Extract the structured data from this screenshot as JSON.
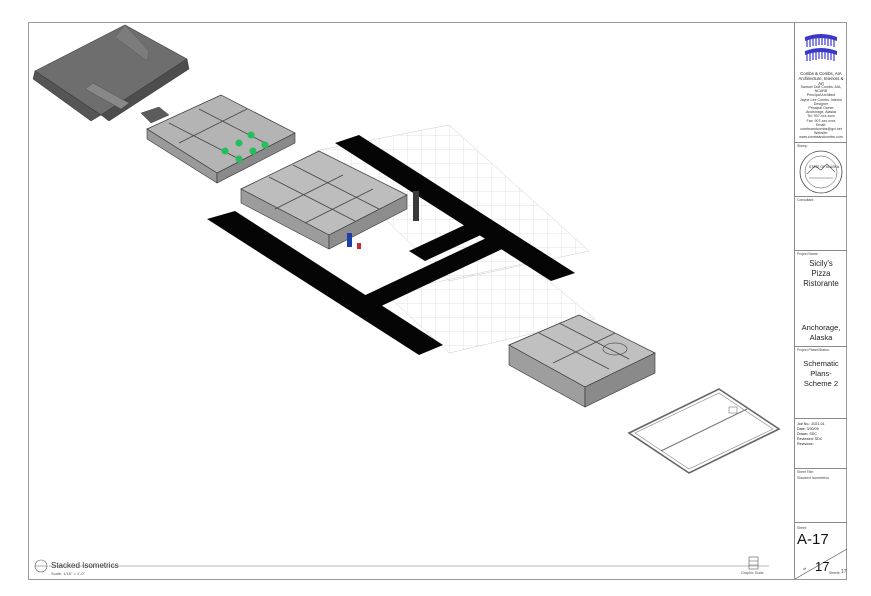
{
  "firm": {
    "name_line1": "Combs & Combs, AIA",
    "name_line2": "Architecture, Interiors & Art",
    "contact_lines": [
      "Samuel Duff Combs, AIA, NCARB",
      "Principal Architect",
      "Jayne Lee Combs, Interior Designer",
      "Principal Owner",
      "Anchorage, Alaska",
      "Tel: 907-xxx-xxxx",
      "Fax: 907-xxx-xxxx",
      "Email: combsandcombs@gci.net",
      "Website: www.combsandcombs.com"
    ],
    "brand_color": "#3a39c8"
  },
  "stamp": {
    "label": "Stamp:",
    "text": "STATE OF ALASKA"
  },
  "consultant": {
    "label": "Consultant:"
  },
  "project": {
    "label": "Project Name:",
    "title_lines": [
      "Sicily's",
      "Pizza",
      "Ristorante"
    ],
    "location_lines": [
      "Anchorage,",
      "Alaska"
    ]
  },
  "phase": {
    "label": "Project Phase/Status:",
    "lines": [
      "Schematic",
      "Plans-",
      "Scheme 2"
    ]
  },
  "job_info": {
    "rows": [
      {
        "k": "Job No.:",
        "v": "2021-01"
      },
      {
        "k": "Date:",
        "v": "3/30/09"
      },
      {
        "k": "Drawn:",
        "v": "SDC"
      },
      {
        "k": "Reviewed:",
        "v": "SDC"
      },
      {
        "k": "Revisions:",
        "v": ""
      }
    ]
  },
  "sheet_title": {
    "label": "Sheet Title:",
    "value": "Stacked Isometrics"
  },
  "sheet": {
    "label": "Sheet:",
    "number": "A-17",
    "of_label": "of",
    "count": "17",
    "sheets_label": "Sheets",
    "small_num": "17"
  },
  "drawing": {
    "title": "Stacked Isometrics",
    "scale": "Scale: 1/16\" = 1'-0\"",
    "graphic_scale_label": "Graphic Scale"
  }
}
